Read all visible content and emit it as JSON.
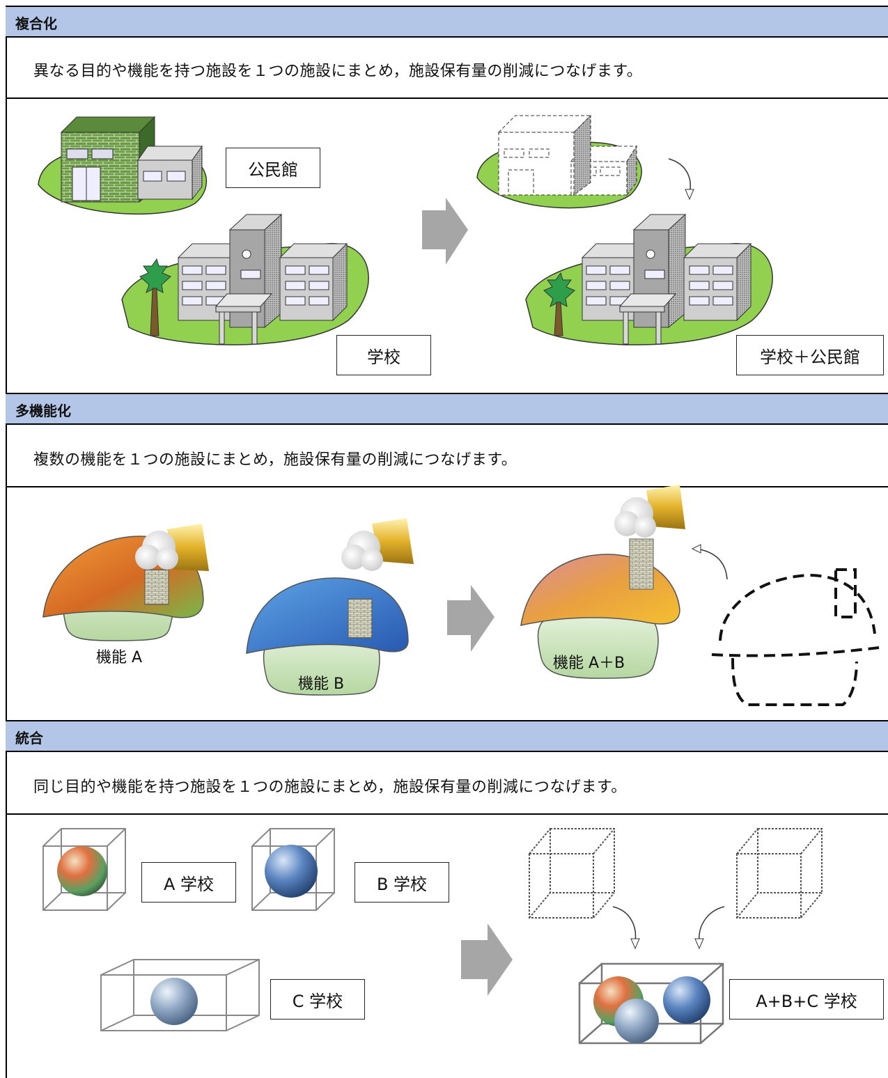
{
  "sections": [
    {
      "title": "複合化",
      "description": "異なる目的や機能を持つ施設を１つの施設にまとめ，施設保有量の削減につなげます。",
      "labels": {
        "a": "公民館",
        "b": "学校",
        "result": "学校＋公民館"
      }
    },
    {
      "title": "多機能化",
      "description": "複数の機能を１つの施設にまとめ，施設保有量の削減につなげます。",
      "labels": {
        "a": "機能 A",
        "b": "機能 B",
        "result": "機能 A＋B"
      }
    },
    {
      "title": "統合",
      "description": "同じ目的や機能を持つ施設を１つの施設にまとめ，施設保有量の削減につなげます。",
      "labels": {
        "a": "A 学校",
        "b": "B 学校",
        "c": "C 学校",
        "result": "A+B+C 学校"
      }
    }
  ],
  "colors": {
    "header_bg": "#b4c6e7",
    "lawn": "#92d050",
    "arrow": "#a6a6a6",
    "roof_orange": "#e8742a",
    "roof_blue": "#2e75b6",
    "wall_green": "#c5e0b4"
  },
  "icons": [
    "right-arrow-icon",
    "curved-arrow-icon",
    "building-icon",
    "house-icon",
    "sphere-icon",
    "cube-icon"
  ]
}
